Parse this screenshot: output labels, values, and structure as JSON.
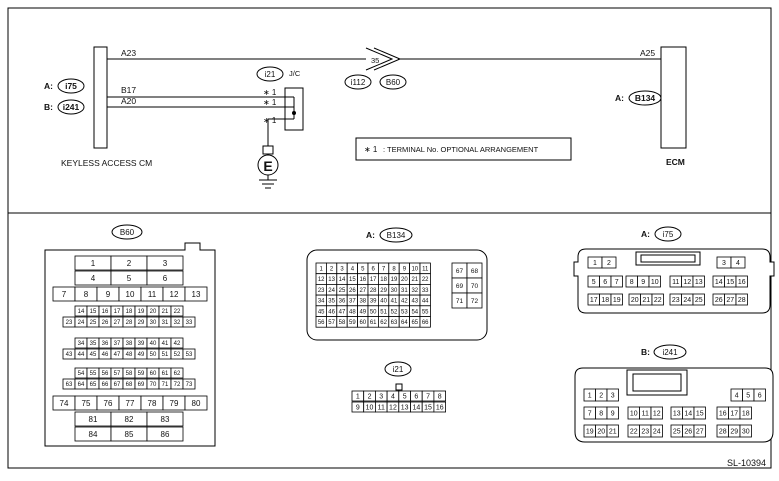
{
  "schematic": {
    "keyless_cm": {
      "name": "KEYLESS ACCESS CM",
      "a_label": "A:",
      "a_conn": "i75",
      "b_label": "B:",
      "b_conn": "i241"
    },
    "ecm": {
      "name": "ECM",
      "a_label": "A:",
      "a_conn": "B134"
    },
    "wires": {
      "w1_from": "A23",
      "w1_to": "A25",
      "w2": "B17",
      "w3": "A20"
    },
    "inline_connector": {
      "pin": "35",
      "conn1": "i112",
      "conn2": "B60"
    },
    "jc": {
      "conn": "i21",
      "label": "J/C",
      "mark": "∗ 1"
    },
    "ground": {
      "symbol": "E"
    },
    "note": {
      "mark": "∗ 1",
      "text": ": TERMINAL No. OPTIONAL ARRANGEMENT"
    }
  },
  "connectors": {
    "b60": {
      "title": "B60",
      "top_rows": [
        [
          "1",
          "2",
          "3"
        ],
        [
          "4",
          "5",
          "6"
        ],
        [
          "7",
          "8",
          "9",
          "10",
          "11",
          "12",
          "13"
        ]
      ],
      "mid1": [
        [
          "14",
          "15",
          "16",
          "17",
          "18",
          "19",
          "20",
          "21",
          "22"
        ],
        [
          "23",
          "24",
          "25",
          "26",
          "27",
          "28",
          "29",
          "30",
          "31",
          "32",
          "33"
        ]
      ],
      "mid2": [
        [
          "34",
          "35",
          "36",
          "37",
          "38",
          "39",
          "40",
          "41",
          "42"
        ],
        [
          "43",
          "44",
          "45",
          "46",
          "47",
          "48",
          "49",
          "50",
          "51",
          "52",
          "53"
        ]
      ],
      "mid3": [
        [
          "54",
          "55",
          "56",
          "57",
          "58",
          "59",
          "60",
          "61",
          "62"
        ],
        [
          "63",
          "64",
          "65",
          "66",
          "67",
          "68",
          "69",
          "70",
          "71",
          "72",
          "73"
        ]
      ],
      "bottom_rows": [
        [
          "74",
          "75",
          "76",
          "77",
          "78",
          "79",
          "80"
        ],
        [
          "81",
          "82",
          "83"
        ],
        [
          "84",
          "85",
          "86"
        ]
      ]
    },
    "b134": {
      "label": "A:",
      "title": "B134",
      "main": [
        [
          "1",
          "2",
          "3",
          "4",
          "5",
          "6",
          "7",
          "8",
          "9",
          "10",
          "11"
        ],
        [
          "12",
          "13",
          "14",
          "15",
          "16",
          "17",
          "18",
          "19",
          "20",
          "21",
          "22"
        ],
        [
          "23",
          "24",
          "25",
          "26",
          "27",
          "28",
          "29",
          "30",
          "31",
          "32",
          "33"
        ],
        [
          "34",
          "35",
          "36",
          "37",
          "38",
          "39",
          "40",
          "41",
          "42",
          "43",
          "44"
        ],
        [
          "45",
          "46",
          "47",
          "48",
          "49",
          "50",
          "51",
          "52",
          "53",
          "54",
          "55"
        ],
        [
          "56",
          "57",
          "58",
          "59",
          "60",
          "61",
          "62",
          "63",
          "64",
          "65",
          "66"
        ]
      ],
      "side": [
        [
          "67",
          "68"
        ],
        [
          "69",
          "70"
        ],
        [
          "71",
          "72"
        ]
      ]
    },
    "i21": {
      "title": "i21",
      "rows": [
        [
          "1",
          "2",
          "3",
          "4",
          "5",
          "6",
          "7",
          "8"
        ],
        [
          "9",
          "10",
          "11",
          "12",
          "13",
          "14",
          "15",
          "16"
        ]
      ]
    },
    "i75": {
      "label": "A:",
      "title": "i75",
      "row1_groups": [
        [
          "1",
          "2"
        ],
        [
          "3",
          "4"
        ]
      ],
      "row2_groups": [
        [
          "5",
          "6",
          "7"
        ],
        [
          "8",
          "9",
          "10"
        ],
        [
          "11",
          "12",
          "13"
        ],
        [
          "14",
          "15",
          "16"
        ]
      ],
      "row3_groups": [
        [
          "17",
          "18",
          "19"
        ],
        [
          "20",
          "21",
          "22"
        ],
        [
          "23",
          "24",
          "25"
        ],
        [
          "26",
          "27",
          "28"
        ]
      ]
    },
    "i241": {
      "label": "B:",
      "title": "i241",
      "row1_groups": [
        [
          "1",
          "2",
          "3"
        ],
        [
          "4",
          "5",
          "6"
        ]
      ],
      "row2_groups": [
        [
          "7",
          "8",
          "9"
        ],
        [
          "10",
          "11",
          "12"
        ],
        [
          "13",
          "14",
          "15"
        ],
        [
          "16",
          "17",
          "18"
        ]
      ],
      "row3_groups": [
        [
          "19",
          "20",
          "21"
        ],
        [
          "22",
          "23",
          "24"
        ],
        [
          "25",
          "26",
          "27"
        ],
        [
          "28",
          "29",
          "30"
        ]
      ]
    }
  },
  "footer": {
    "code": "SL-10394"
  }
}
